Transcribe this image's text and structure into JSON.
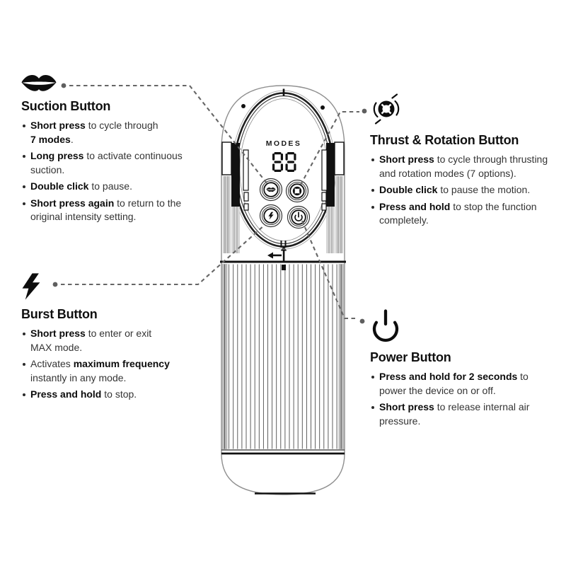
{
  "sections": {
    "suction": {
      "title": "Suction Button",
      "icon": "lips-icon",
      "bullets": [
        [
          {
            "b": 1,
            "t": "Short press"
          },
          {
            "t": " to cycle through\n"
          },
          {
            "b": 1,
            "t": "7 modes"
          },
          {
            "t": "."
          }
        ],
        [
          {
            "b": 1,
            "t": "Long press"
          },
          {
            "t": " to activate continuous\nsuction."
          }
        ],
        [
          {
            "b": 1,
            "t": "Double click"
          },
          {
            "t": " to pause."
          }
        ],
        [
          {
            "b": 1,
            "t": "Short press again"
          },
          {
            "t": " to return to the\noriginal intensity setting."
          }
        ]
      ]
    },
    "thrust": {
      "title": "Thrust & Rotation Button",
      "icon": "rotation-icon",
      "bullets": [
        [
          {
            "b": 1,
            "t": "Short press"
          },
          {
            "t": " to cycle through thrusting\nand rotation modes (7 options)."
          }
        ],
        [
          {
            "b": 1,
            "t": "Double click"
          },
          {
            "t": " to pause the motion."
          }
        ],
        [
          {
            "b": 1,
            "t": "Press and hold"
          },
          {
            "t": " to stop the function\ncompletely."
          }
        ]
      ]
    },
    "burst": {
      "title": "Burst Button",
      "icon": "lightning-icon",
      "bullets": [
        [
          {
            "b": 1,
            "t": "Short press"
          },
          {
            "t": " to enter or exit\nMAX mode."
          }
        ],
        [
          {
            "t": "Activates "
          },
          {
            "b": 1,
            "t": "maximum frequency"
          },
          {
            "t": "\ninstantly in any mode."
          }
        ],
        [
          {
            "b": 1,
            "t": "Press and hold"
          },
          {
            "t": " to stop."
          }
        ]
      ]
    },
    "power": {
      "title": "Power Button",
      "icon": "power-icon",
      "bullets": [
        [
          {
            "b": 1,
            "t": "Press and hold for 2 seconds"
          },
          {
            "t": " to\npower the device on or off."
          }
        ],
        [
          {
            "b": 1,
            "t": "Short press"
          },
          {
            "t": " to release internal air\npressure."
          }
        ]
      ]
    }
  },
  "device": {
    "display_label": "MODES",
    "display_value": "88",
    "buttons": [
      {
        "name": "suction-button",
        "icon": "lips-icon"
      },
      {
        "name": "thrust-rotation-button",
        "icon": "rotation-icon"
      },
      {
        "name": "burst-button",
        "icon": "lightning-icon"
      },
      {
        "name": "power-button",
        "icon": "power-icon"
      }
    ]
  },
  "colors": {
    "ink": "#111111",
    "outline_gray": "#8f8f8f",
    "connector": "#666666",
    "text": "#343434"
  }
}
